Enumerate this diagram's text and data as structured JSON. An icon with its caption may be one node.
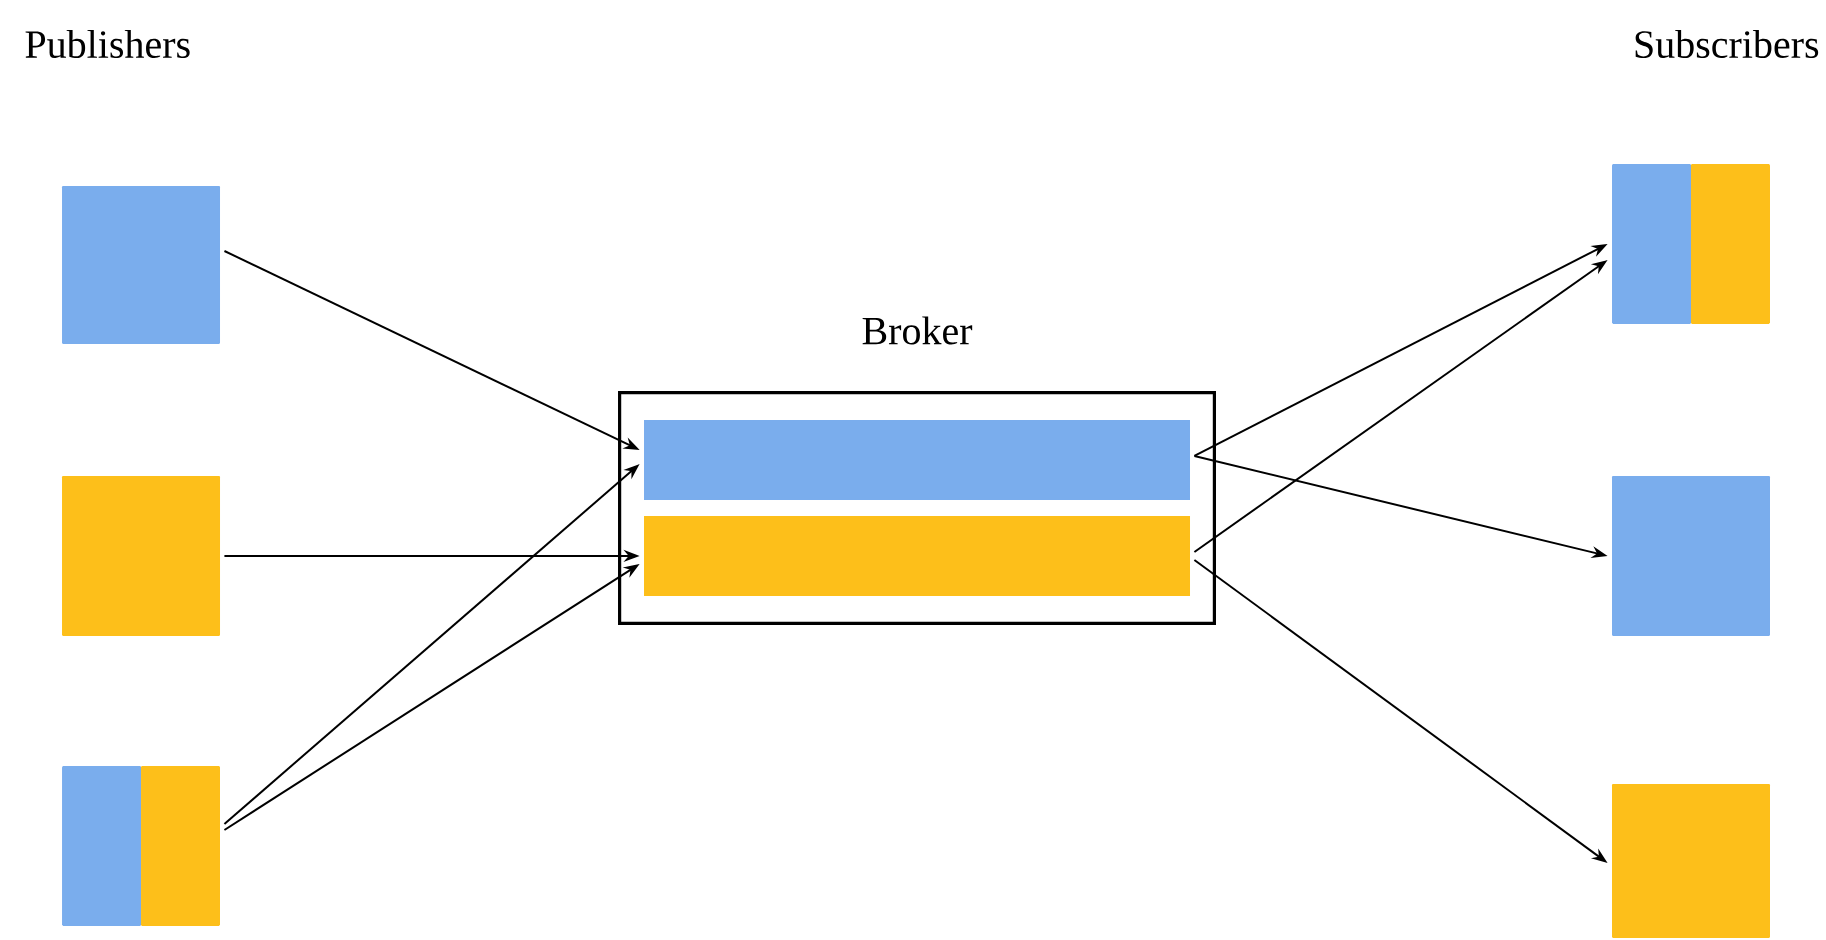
{
  "diagram": {
    "nodes": [
      {
        "text": [],
        "shape": "box"
      },
      {
        "text": [],
        "shape": "box"
      },
      {
        "text": [],
        "shape": "box"
      },
      {
        "text": [
          "Broker"
        ]
      },
      {
        "text": [],
        "shape": "bar",
        "in": 3
      },
      {
        "text": [],
        "shape": "bar",
        "in": 3
      },
      {
        "text": [],
        "shape": "box"
      },
      {
        "text": [],
        "shape": "box"
      },
      {
        "text": [],
        "shape": "box"
      }
    ],
    "edges": [
      {
        "from": 0,
        "to": 4,
        "arrow": "to"
      },
      {
        "from": 1,
        "to": 5,
        "arrow": "to"
      },
      {
        "from": 2,
        "to": 4,
        "arrow": "to"
      },
      {
        "from": 2,
        "to": 5,
        "arrow": "to"
      },
      {
        "from": 4,
        "to": 6,
        "arrow": "to"
      },
      {
        "from": 4,
        "to": 7,
        "arrow": "to"
      },
      {
        "from": 5,
        "to": 6,
        "arrow": "to"
      },
      {
        "from": 5,
        "to": 8,
        "arrow": "to"
      }
    ],
    "labels": [
      "Publishers",
      "Subscribers"
    ]
  }
}
